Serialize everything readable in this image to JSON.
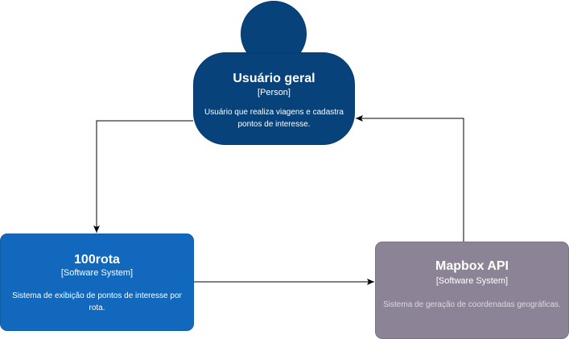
{
  "nodes": {
    "user": {
      "title": "Usuário geral",
      "kind": "[Person]",
      "description": "Usuário que realiza viagens e cadastra pontos de interesse."
    },
    "rota": {
      "title": "100rota",
      "kind": "[Software System]",
      "description": "Sistema de exibição de pontos de interesse por rota."
    },
    "mapbox": {
      "title": "Mapbox API",
      "kind": "[Software System]",
      "description": "Sistema de geração de coordenadas geográficas."
    }
  },
  "colors": {
    "person": "#08427b",
    "internal_system": "#1168bd",
    "external_system": "#8c8496",
    "edge": "#000000"
  },
  "edges": [
    {
      "from": "user",
      "to": "rota"
    },
    {
      "from": "rota",
      "to": "mapbox"
    },
    {
      "from": "mapbox",
      "to": "user"
    }
  ]
}
